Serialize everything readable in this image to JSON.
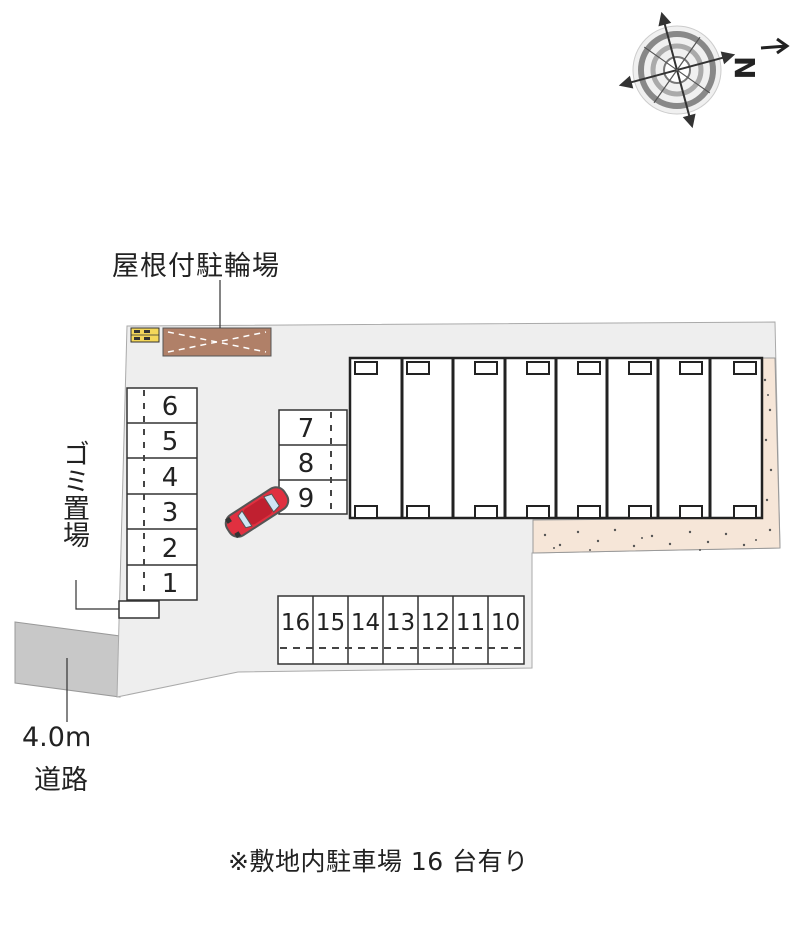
{
  "labels": {
    "bicycle_parking": "屋根付駐輪場",
    "garbage_area": "ゴミ置場",
    "road_width": "4.0m",
    "road_name": "道路",
    "footer_note": "※敷地内駐車場 16 台有り",
    "compass_letter": "N"
  },
  "parking": {
    "left_column": [
      "6",
      "5",
      "4",
      "3",
      "2",
      "1"
    ],
    "middle_column": [
      "7",
      "8",
      "9"
    ],
    "bottom_row": [
      "16",
      "15",
      "14",
      "13",
      "12",
      "11",
      "10"
    ]
  },
  "colors": {
    "lot": "#eeeeee",
    "bike_roof": "#b08068",
    "building": "#ffffff",
    "sand": "#f6e6d8",
    "road": "#c8c8c8",
    "car": "#e03040"
  }
}
